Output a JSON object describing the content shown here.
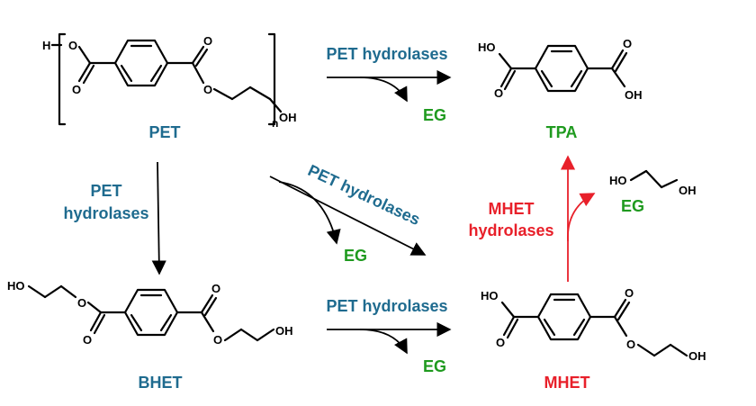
{
  "colors": {
    "product_label": "#1f6b8f",
    "enzyme_label": "#1f6b8f",
    "byproduct_label": "#1f9a1f",
    "mhet_highlight": "#e8202a",
    "bond": "#000000"
  },
  "molecules": {
    "pet": {
      "name": "PET",
      "atoms": {
        "h": "H",
        "o_ring": "O",
        "o_carbonyl_left": "O",
        "o_carbonyl_right": "O",
        "o_ester": "O",
        "n": "n",
        "oh": "OH"
      }
    },
    "tpa": {
      "name": "TPA",
      "atoms": {
        "ho_left": "HO",
        "o_left": "O",
        "o_right": "O",
        "oh_right": "OH"
      }
    },
    "bhet": {
      "name": "BHET",
      "atoms": {
        "ho": "HO",
        "o_ester_left": "O",
        "o_carbonyl_left": "O",
        "o_carbonyl_right": "O",
        "o_ester_right": "O",
        "oh": "OH"
      }
    },
    "mhet": {
      "name": "MHET",
      "atoms": {
        "ho": "HO",
        "o_carbonyl_left": "O",
        "o_carbonyl_right": "O",
        "o_ester": "O",
        "oh": "OH"
      }
    },
    "eg_free": {
      "atoms": {
        "ho": "HO",
        "oh": "OH"
      }
    }
  },
  "reactions": {
    "pet_to_tpa": {
      "enzyme": "PET hydrolases",
      "byproduct": "EG"
    },
    "pet_to_mhet": {
      "enzyme": "PET hydrolases",
      "byproduct": "EG"
    },
    "pet_to_bhet": {
      "enzyme_line1": "PET",
      "enzyme_line2": "hydrolases"
    },
    "bhet_to_mhet": {
      "enzyme": "PET hydrolases",
      "byproduct": "EG"
    },
    "mhet_to_tpa": {
      "enzyme_line1": "MHET",
      "enzyme_line2": "hydrolases",
      "byproduct": "EG"
    }
  }
}
